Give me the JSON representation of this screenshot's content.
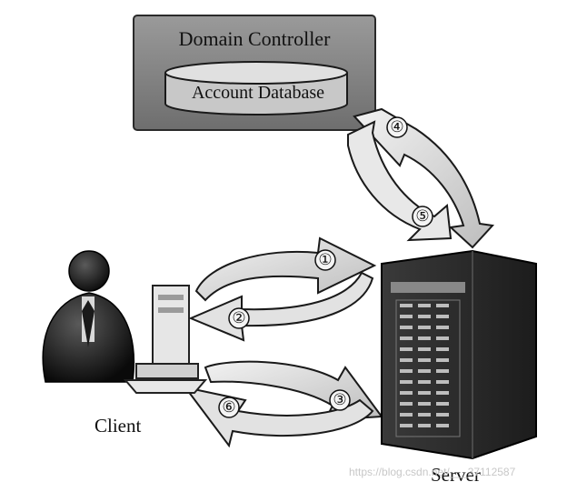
{
  "domain_controller": {
    "title": "Domain Controller"
  },
  "account_database": {
    "label": "Account Database"
  },
  "client": {
    "label": "Client"
  },
  "server": {
    "label": "Server"
  },
  "steps": [
    "①",
    "②",
    "③",
    "④",
    "⑤",
    "⑥"
  ],
  "watermark": "https://blog.csdn.net/___37112587",
  "colors": {
    "controller_box": "#7f7f7f",
    "arrow_fill": "#d9d9d9",
    "arrow_stroke": "#1a1a1a",
    "server_body": "#2b2b2b",
    "person": "#111111"
  }
}
